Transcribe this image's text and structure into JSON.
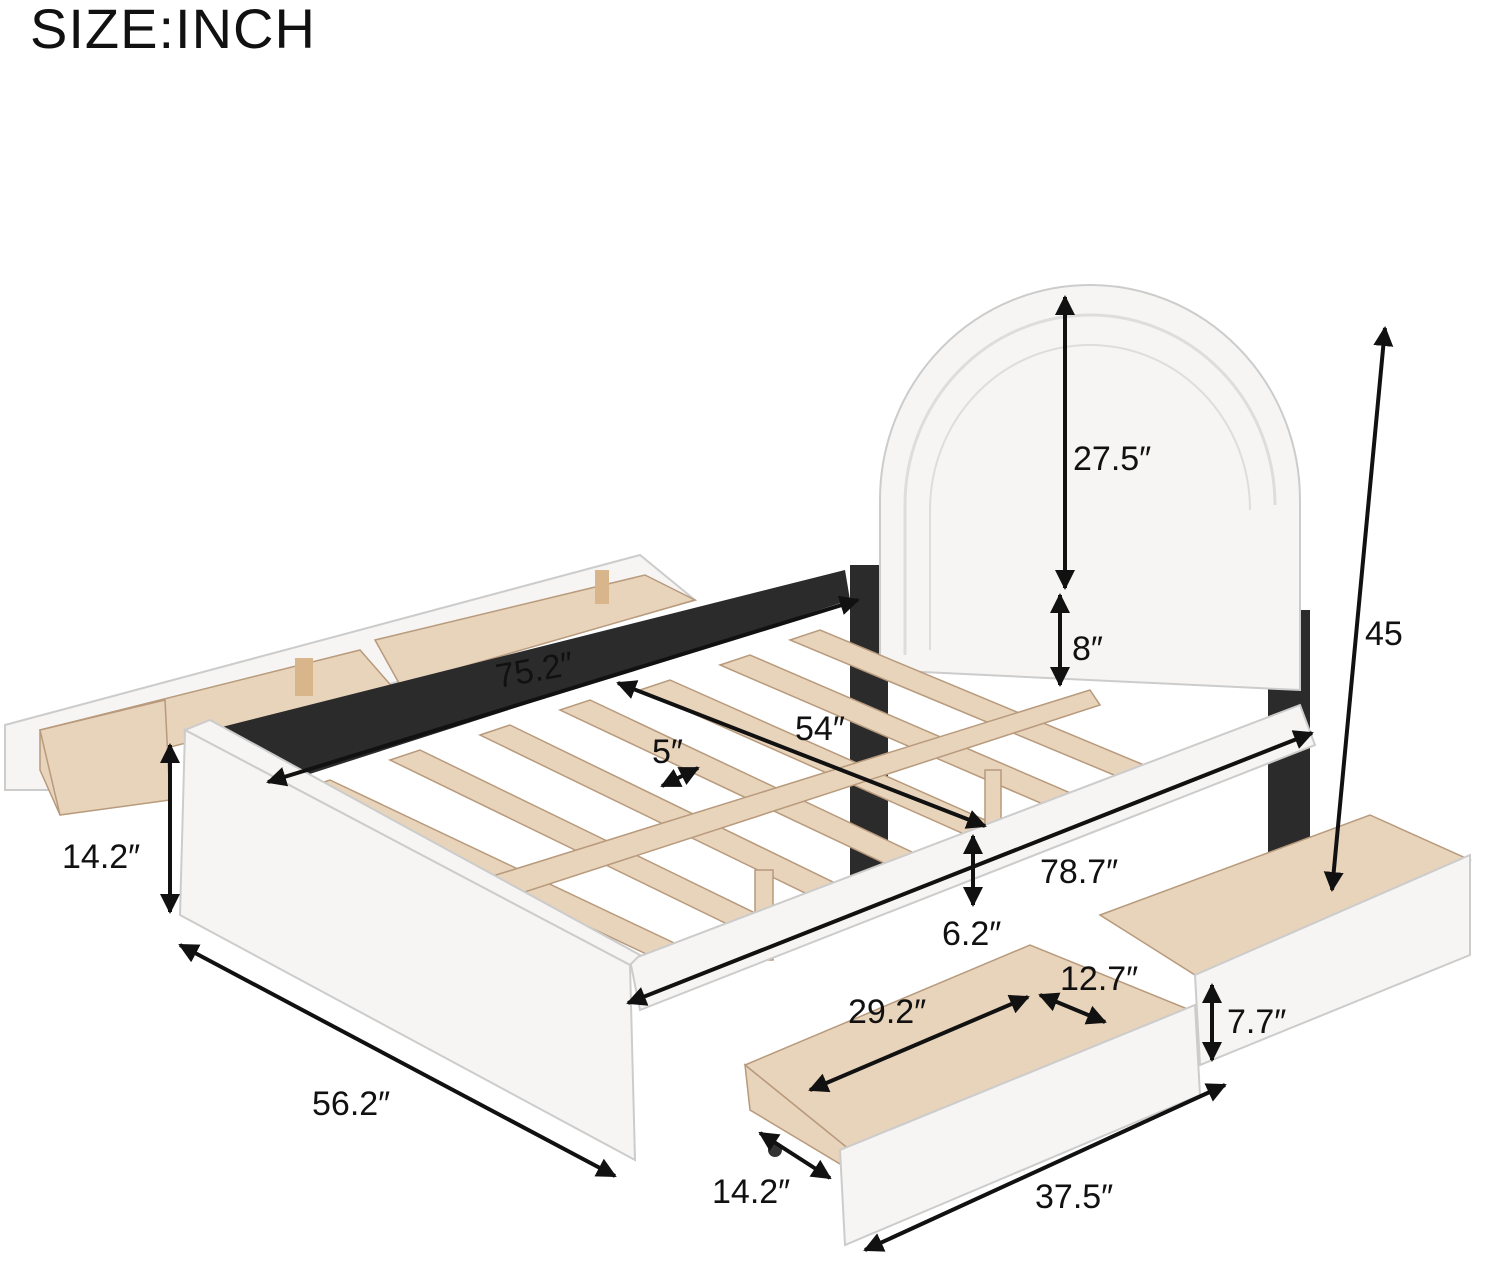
{
  "title": "SIZE:INCH",
  "dimensions": {
    "headboard_height": "27.5″",
    "total_height": "45",
    "leg_clearance": "8″",
    "inner_length": "75.2″",
    "inner_width": "54″",
    "slat_gap": "5″",
    "footboard_height": "14.2″",
    "total_length": "78.7″",
    "rail_height": "6.2″",
    "total_width": "56.2″",
    "drawer_inner_length": "29.2″",
    "drawer_inner_width": "12.7″",
    "drawer_height": "7.7″",
    "drawer_depth": "14.2″",
    "drawer_length": "37.5″"
  }
}
